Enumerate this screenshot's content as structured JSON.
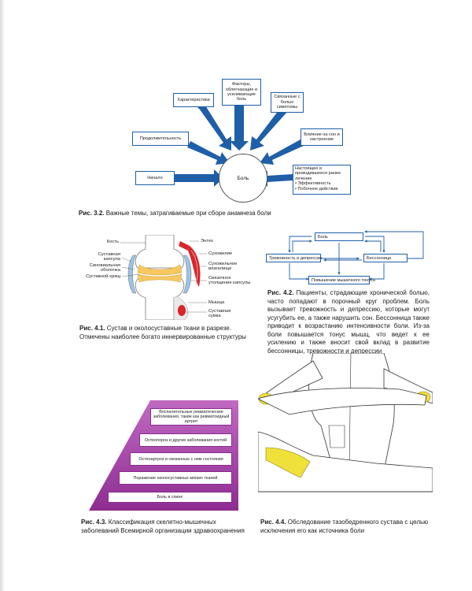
{
  "fig32": {
    "boxes": {
      "factors": "Факторы, облегчающие и усиливающие боль",
      "characteristics": "Характеристики",
      "related_symptoms": "Связанные с болью симптомы",
      "duration": "Продолжительность",
      "influence": "Влияние на сон и настроение",
      "onset": "Начало",
      "current_treatment": "Настоящее и проводившееся ранее лечение",
      "efficacy": "• Эффективность",
      "side_effects": "• Побочное действие",
      "center": "Боль"
    },
    "caption_label": "Рис. 3.2.",
    "caption_text": " Важные темы, затрагиваемые при сборе анамнеза боли"
  },
  "fig41": {
    "labels": {
      "bone": "Кость",
      "capsule": "Суставная капсула",
      "synovial": "Синовиальная оболочка",
      "cartilage": "Суставной хрящ",
      "enthesis": "Энтез",
      "tendon": "Сухожилие",
      "sheath": "Сухожильное влагалище",
      "ligament": "Связочное утолщение капсулы",
      "muscle": "Мышца",
      "bursa": "Суставная сумка"
    },
    "caption_label": "Рис. 4.1.",
    "caption_text": " Сустав и околосуставные ткани в разрезе. Отмечены наиболее богато иннервированные структуры"
  },
  "fig42": {
    "boxes": {
      "pain": "Боль",
      "anxiety": "Тревожность и депрессия",
      "insomnia": "Бессонница",
      "tone": "Повышение мышечного тонуса"
    },
    "caption_label": "Рис. 4.2.",
    "caption_text": " Пациенты, страдающие хронической болью, часто попадают в порочный круг проблем. Боль вызывает тревожность и депрессию, которые могут усугубить ее, а также нарушить сон. Бессонница также приводит к возрастанию интенсивности боли. Из-за боли повышается тонус мышц, что ведет к ее усилению и также вносит свой вклад в развитие бессонницы, тревожности и депрессии"
  },
  "fig43": {
    "levels": [
      "Воспалительные ревматические заболевания, такие как ревматоидный артрит",
      "Остеопороз и другие заболевания костей",
      "Остеоартроз и связанные с ним состояния",
      "Поражение околосуставных мягких тканей",
      "Боль в спине"
    ],
    "caption_label": "Рис. 4.3.",
    "caption_text": " Классификация скелетно-мышечных заболеваний Всемирной организации здравоохранения"
  },
  "fig44": {
    "caption_label": "Рис. 4.4.",
    "caption_text": " Обследование тазобедренного сустава с целью исключения его как источника боли"
  },
  "colors": {
    "box_border": "#1f5fa8",
    "arrow": "#1f5fa8",
    "pyramid": "#a23aa6",
    "joint_red": "#d8262b",
    "cartilage": "#f7c85f",
    "skin_yellow": "#f0e03a"
  }
}
